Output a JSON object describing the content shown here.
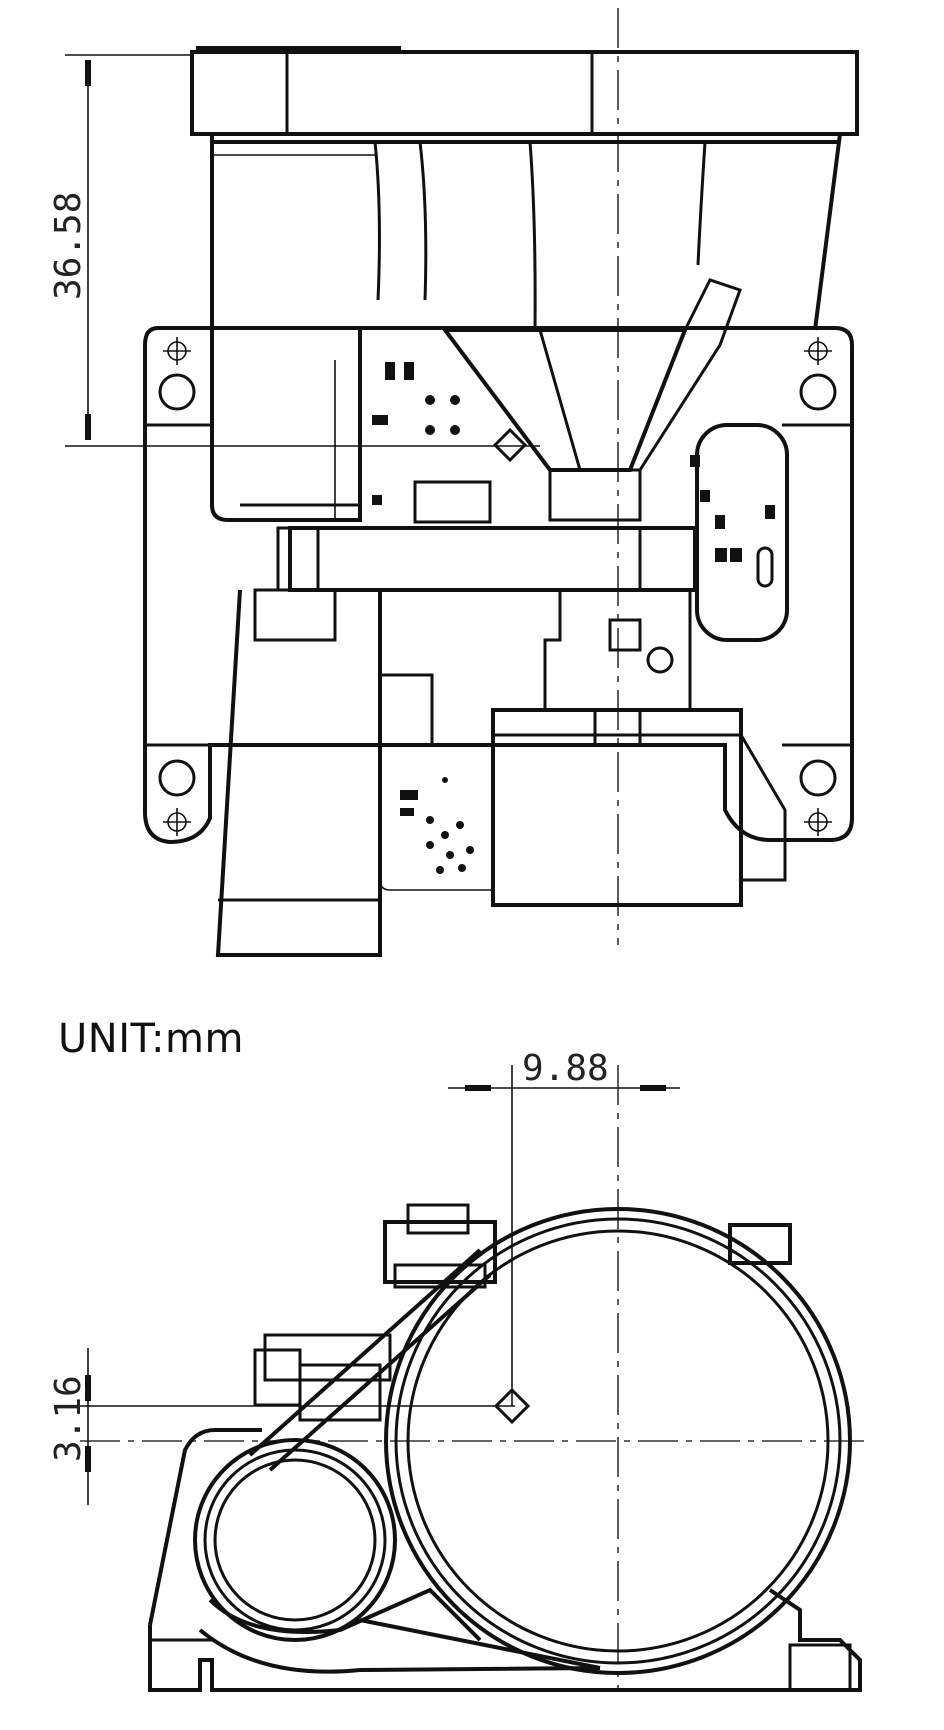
{
  "unit_label": "UNIT:mm",
  "dimensions": {
    "height_top_view": "36.58",
    "horizontal_offset": "9.88",
    "vertical_offset": "3.16"
  }
}
